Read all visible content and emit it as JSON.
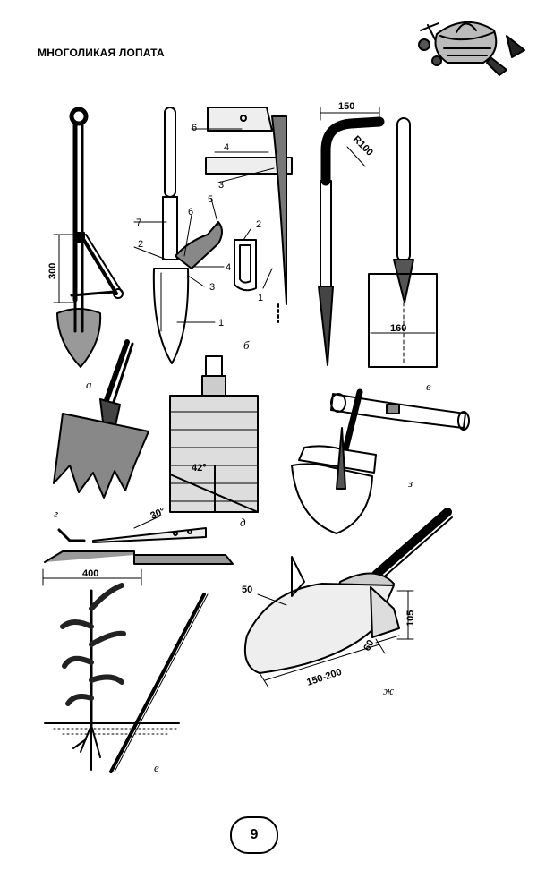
{
  "header": {
    "title": "МНОГОЛИКАЯ ЛОПАТА"
  },
  "figures": {
    "a": {
      "label": "а",
      "dim_height": "300"
    },
    "b": {
      "label": "б",
      "callouts": [
        "1",
        "2",
        "3",
        "4",
        "5",
        "6",
        "7"
      ],
      "detail_callouts": [
        "1",
        "2",
        "3",
        "4",
        "5",
        "6"
      ]
    },
    "v": {
      "label": "в",
      "dim_top": "150",
      "dim_radius": "R100",
      "dim_width": "160"
    },
    "g": {
      "label": "г",
      "angle": "30°",
      "dim_length": "400"
    },
    "d": {
      "label": "д",
      "angle": "42°"
    },
    "z": {
      "label": "з"
    },
    "e": {
      "label": "е"
    },
    "zh": {
      "label": "ж",
      "dim_a": "50",
      "dim_b": "105",
      "dim_c": "60",
      "dim_d": "150-200"
    }
  },
  "footer": {
    "page_number": "9"
  }
}
